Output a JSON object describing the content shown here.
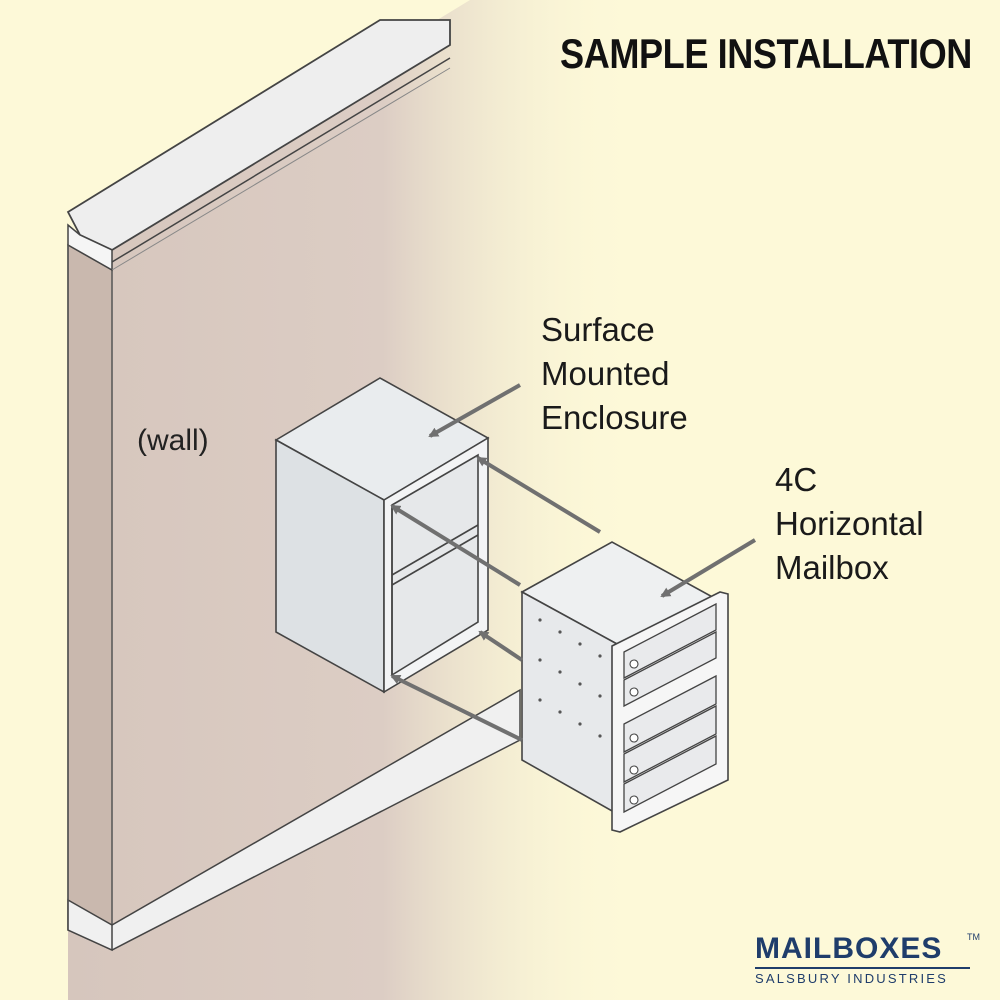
{
  "title": "SAMPLE INSTALLATION",
  "wall_label": "(wall)",
  "enclosure_label": [
    "Surface",
    "Mounted",
    "Enclosure"
  ],
  "mailbox_label": [
    "4C",
    "Horizontal",
    "Mailbox"
  ],
  "logo": {
    "name": "MAILBOXES",
    "tm": "TM",
    "tagline": "SALSBURY INDUSTRIES"
  },
  "colors": {
    "background": "#fdf9d8",
    "wall": "#d6c6bd",
    "brand": "#1f3d6b",
    "arrow": "#707070"
  }
}
